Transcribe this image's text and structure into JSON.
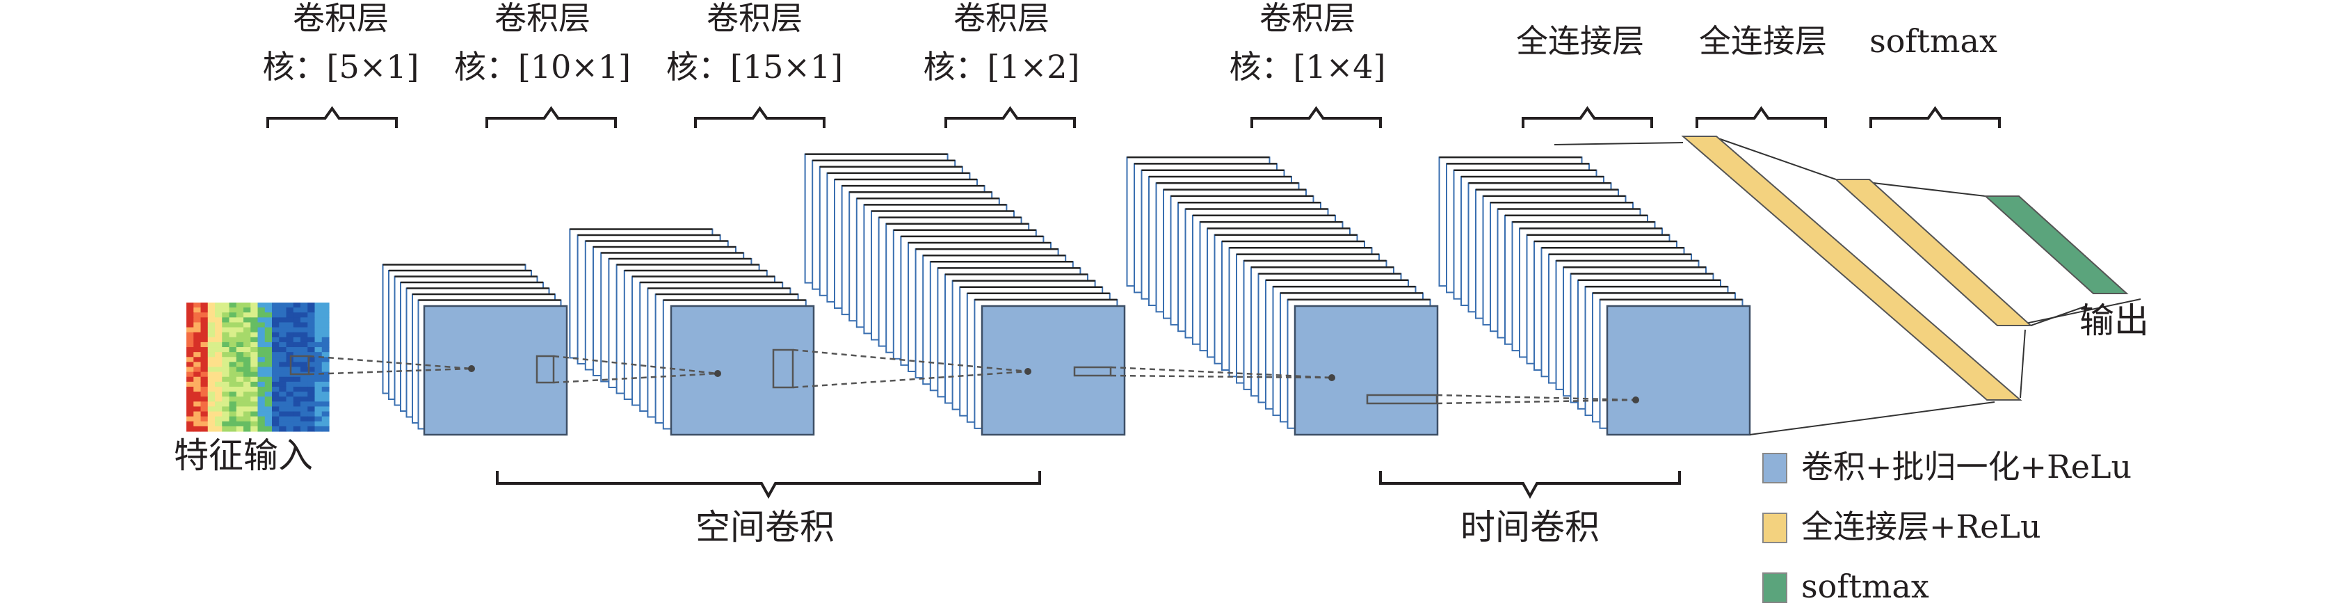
{
  "layers": [
    {
      "type": "卷积层",
      "kernel": "核：[5×1]"
    },
    {
      "type": "卷积层",
      "kernel": "核：[10×1]"
    },
    {
      "type": "卷积层",
      "kernel": "核：[15×1]"
    },
    {
      "type": "卷积层",
      "kernel": "核：[1×2]"
    },
    {
      "type": "卷积层",
      "kernel": "核：[1×4]"
    },
    {
      "type": "全连接层"
    },
    {
      "type": "全连接层"
    },
    {
      "type": "softmax"
    }
  ],
  "input_label": "特征输入",
  "output_label": "输出",
  "groups": {
    "spatial": "空间卷积",
    "temporal": "时间卷积"
  },
  "legend": [
    {
      "label": "卷积+批归一化+ReLu",
      "color": "#8fb1d8"
    },
    {
      "label": "全连接层+ReLu",
      "color": "#f3d27f"
    },
    {
      "label": "softmax",
      "color": "#5ba47c"
    }
  ],
  "colors": {
    "conv_face": "#8fb1d8",
    "stack_edge": "#3a6fb0",
    "fc": "#f3d27f",
    "softmax": "#5ba47c"
  }
}
